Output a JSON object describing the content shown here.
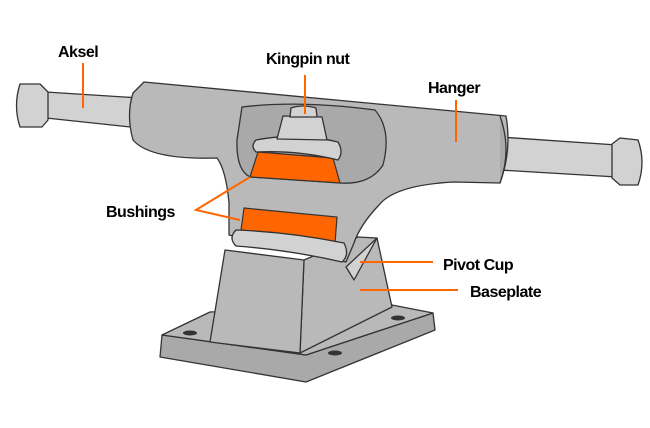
{
  "title": "Skateboard truck parts",
  "colors": {
    "accent": "#ff6600",
    "metal": "#b9b9b9",
    "axle": "#d2d2d2"
  },
  "labels": {
    "axle": "Aksel",
    "kingpin_nut": "Kingpin nut",
    "hanger": "Hanger",
    "bushings": "Bushings",
    "pivot_cup": "Pivot Cup",
    "baseplate": "Baseplate"
  }
}
